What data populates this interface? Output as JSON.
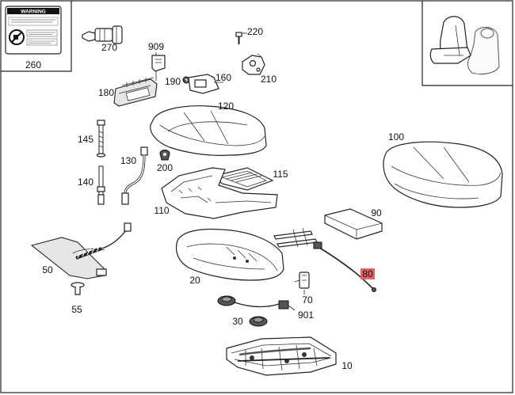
{
  "warning_label": {
    "title": "WARNING",
    "lines": [
      "...",
      "...",
      "...",
      "..."
    ]
  },
  "callouts": [
    {
      "id": "c260",
      "label": "260"
    },
    {
      "id": "c270",
      "label": "270"
    },
    {
      "id": "c909",
      "label": "909"
    },
    {
      "id": "c220",
      "label": "220"
    },
    {
      "id": "c180",
      "label": "180"
    },
    {
      "id": "c190",
      "label": "190"
    },
    {
      "id": "c160",
      "label": "160"
    },
    {
      "id": "c210",
      "label": "210"
    },
    {
      "id": "c120",
      "label": "120"
    },
    {
      "id": "c145",
      "label": "145"
    },
    {
      "id": "c130",
      "label": "130"
    },
    {
      "id": "c200",
      "label": "200"
    },
    {
      "id": "c140",
      "label": "140"
    },
    {
      "id": "c115",
      "label": "115"
    },
    {
      "id": "c110",
      "label": "110"
    },
    {
      "id": "c100",
      "label": "100"
    },
    {
      "id": "c90",
      "label": "90"
    },
    {
      "id": "c50",
      "label": "50"
    },
    {
      "id": "c20",
      "label": "20"
    },
    {
      "id": "c80",
      "label": "80"
    },
    {
      "id": "c55",
      "label": "55"
    },
    {
      "id": "c70",
      "label": "70"
    },
    {
      "id": "c30",
      "label": "30"
    },
    {
      "id": "c901",
      "label": "901"
    },
    {
      "id": "c10",
      "label": "10"
    }
  ],
  "highlight_color": "#e06666"
}
